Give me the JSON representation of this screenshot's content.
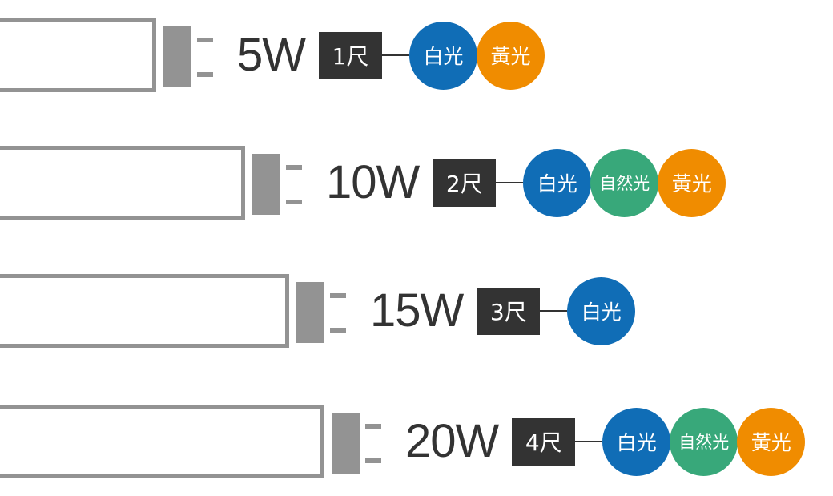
{
  "colors": {
    "白光": "#106db6",
    "自然光": "#38a87a",
    "黃光": "#f08c00"
  },
  "rows": [
    {
      "watt": "5W",
      "size": "1尺",
      "lights": [
        "白光",
        "黃光"
      ]
    },
    {
      "watt": "10W",
      "size": "2尺",
      "lights": [
        "白光",
        "自然光",
        "黃光"
      ]
    },
    {
      "watt": "15W",
      "size": "3尺",
      "lights": [
        "白光"
      ]
    },
    {
      "watt": "20W",
      "size": "4尺",
      "lights": [
        "白光",
        "自然光",
        "黃光"
      ]
    }
  ]
}
